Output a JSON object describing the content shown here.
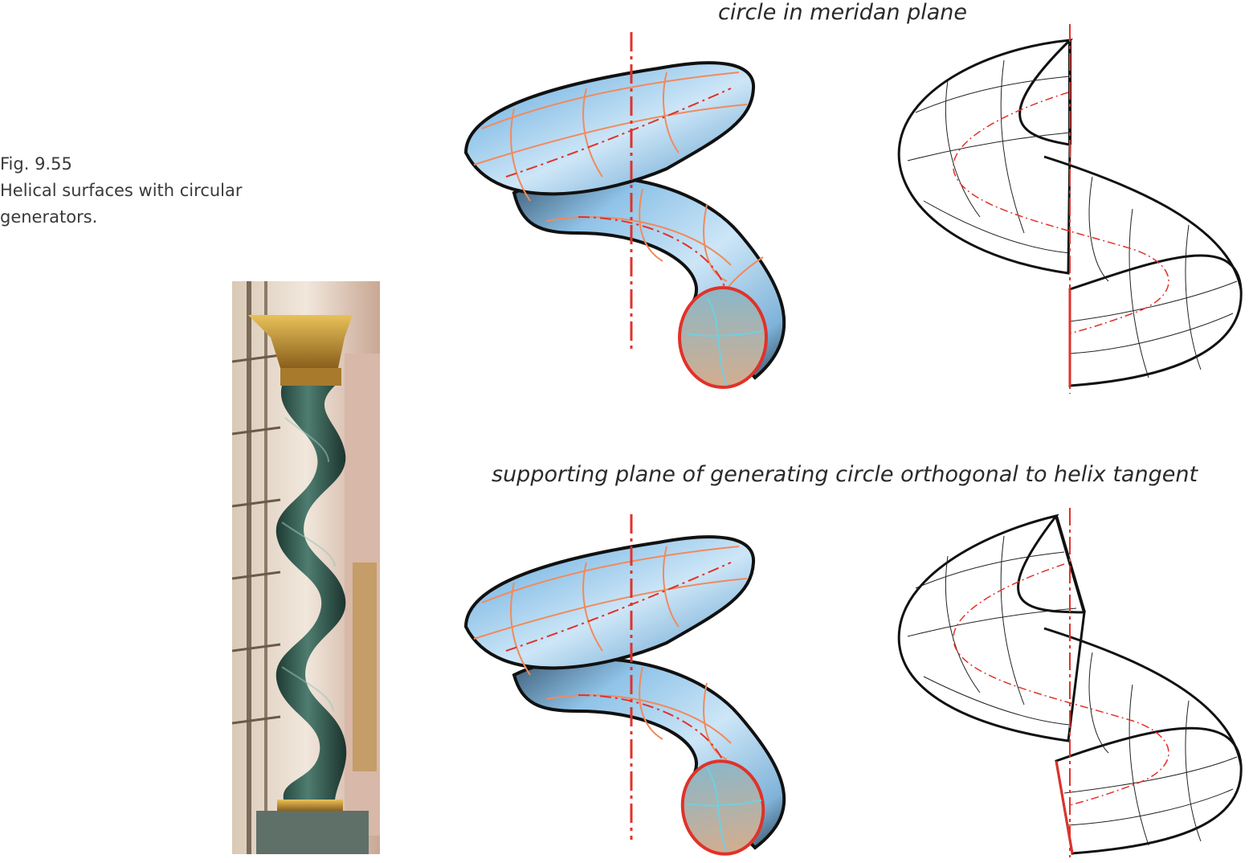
{
  "caption": {
    "fig_number": "Fig. 9.55",
    "line1": "Helical surfaces with circular",
    "line2": "generators."
  },
  "headings": {
    "top": "circle in meridan plane",
    "bottom": "supporting plane of generating circle orthogonal to helix tangent"
  },
  "colors": {
    "surface_light": "#cde6f7",
    "surface_mid": "#8fc3e8",
    "surface_dark": "#3b5a74",
    "grid_lines": "#f08a5d",
    "axis_red": "#e0322a",
    "end_face": "#c9a48a",
    "column_green": "#2f5b4f",
    "capital_gold": "#c89a3a"
  },
  "icons": {
    "photo": "salomonic-column-photo",
    "shaded_top": "helical-tube-shaded",
    "wire_top": "helical-tube-wireframe",
    "shaded_bottom": "helical-tube-shaded",
    "wire_bottom": "helical-tube-wireframe"
  }
}
